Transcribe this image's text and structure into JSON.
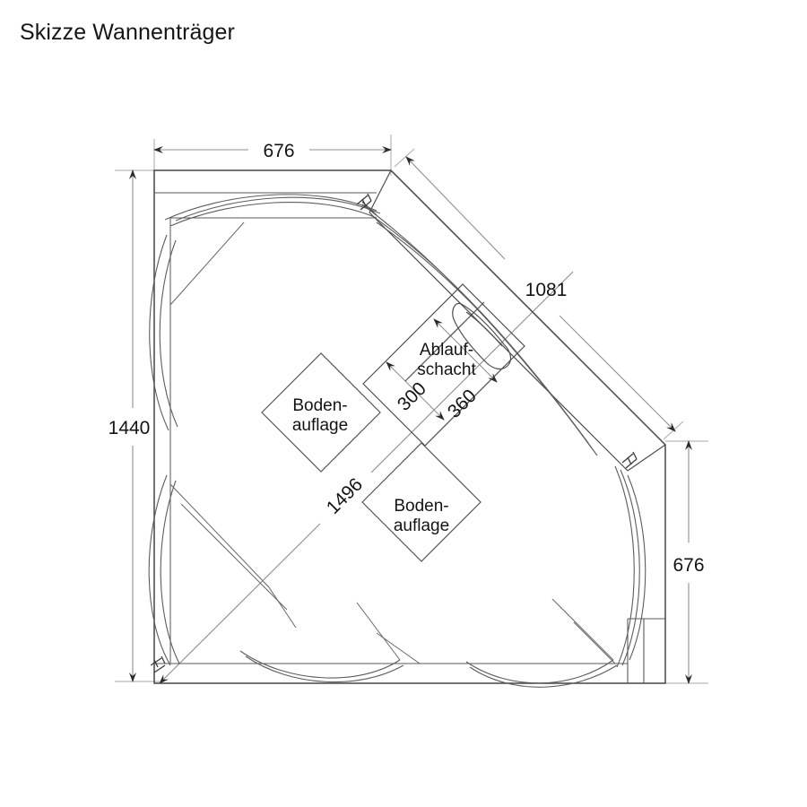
{
  "page": {
    "title": "Skizze Wannenträger",
    "background_color": "#ffffff",
    "line_color": "#4a4a4a",
    "heavy_line_color": "#3a3a3a",
    "dimension_line_color": "#9a9a9a",
    "text_color": "#141414"
  },
  "drawing": {
    "type": "technical-sketch",
    "subject": "Wannenträger (shower tub support) corner unit, plan view",
    "units": "mm (implied, unlabeled)"
  },
  "dimensions": {
    "top_width": "676",
    "left_height": "1440",
    "right_height": "676",
    "diagonal_front": "1081",
    "diagonal_overall": "1496",
    "drain_offset": "300",
    "drain_width": "360"
  },
  "annotations": {
    "drain_shaft_line1": "Ablauf-",
    "drain_shaft_line2": "schacht",
    "floor_support_upper_line1": "Boden-",
    "floor_support_upper_line2": "auflage",
    "floor_support_lower_line1": "Boden-",
    "floor_support_lower_line2": "auflage"
  },
  "chart_data": {
    "type": "table",
    "title": "Skizze Wannenträger",
    "categories": [
      "top_width",
      "left_height",
      "right_height",
      "diagonal_front",
      "diagonal_overall",
      "drain_offset",
      "drain_width"
    ],
    "values": [
      676,
      1440,
      676,
      1081,
      1496,
      300,
      360
    ],
    "labels": [
      "676",
      "1440",
      "676",
      "1081",
      "1496",
      "300",
      "360"
    ],
    "xlabel": "",
    "ylabel": "",
    "notes": [
      "Ablauf-schacht",
      "Boden-auflage",
      "Boden-auflage"
    ]
  }
}
